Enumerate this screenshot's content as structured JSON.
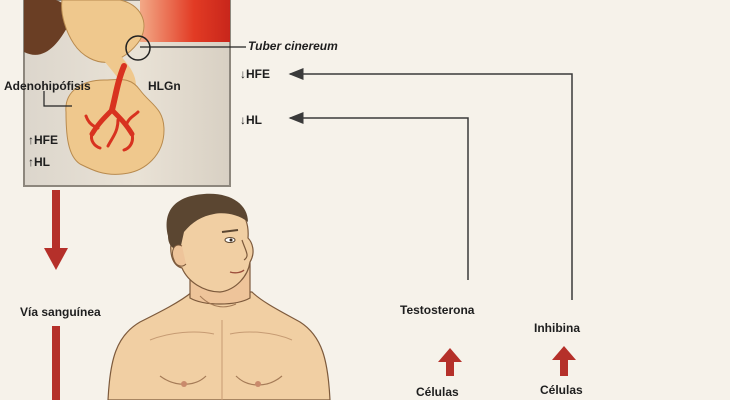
{
  "labels": {
    "tuber_cinereum": "Tuber cinereum",
    "adenohipofisis": "Adenohipófisis",
    "hlgn": "HLGn",
    "hfe_inset": "↑HFE",
    "hl_inset": "↑HL",
    "hfe_right": "↓HFE",
    "hl_right": "↓HL",
    "via_sanguinea": "Vía sanguínea",
    "testosterona": "Testosterona",
    "inhibina": "Inhibina",
    "celulas_1": "Células",
    "celulas_2": "Células"
  },
  "colors": {
    "background": "#f6f2ea",
    "arrow_red": "#b5302a",
    "line_gray": "#3a3a3a",
    "skin": "#f1cfa3",
    "gland": "#efc88d",
    "vessel_red": "#d8321f"
  }
}
